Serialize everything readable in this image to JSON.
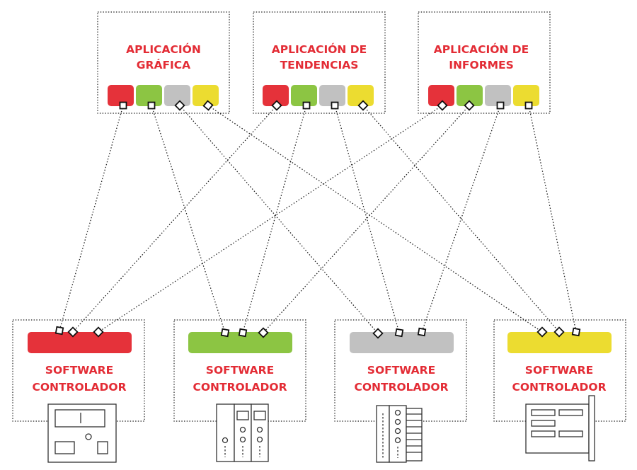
{
  "colors": {
    "red": "#e5323a",
    "green": "#8cc543",
    "gray": "#c1c1c1",
    "yellow": "#ecdc30",
    "title_text": "#e32c35"
  },
  "applications": [
    {
      "id": "grafica",
      "title_lines": [
        "APLICACIÓN",
        "GRÁFICA"
      ],
      "blocks": [
        "red",
        "green",
        "gray",
        "yellow"
      ]
    },
    {
      "id": "tendencias",
      "title_lines": [
        "APLICACIÓN DE",
        "TENDENCIAS"
      ],
      "blocks": [
        "red",
        "green",
        "gray",
        "yellow"
      ]
    },
    {
      "id": "informes",
      "title_lines": [
        "APLICACIÓN DE",
        "INFORMES"
      ],
      "blocks": [
        "red",
        "green",
        "gray",
        "yellow"
      ]
    }
  ],
  "controllers": [
    {
      "id": "red",
      "color": "red",
      "title_lines": [
        "SOFTWARE",
        "CONTROLADOR"
      ],
      "device_icon": "panel-controller-icon"
    },
    {
      "id": "green",
      "color": "green",
      "title_lines": [
        "SOFTWARE",
        "CONTROLADOR"
      ],
      "device_icon": "rack-controller-icon"
    },
    {
      "id": "gray",
      "color": "gray",
      "title_lines": [
        "SOFTWARE",
        "CONTROLADOR"
      ],
      "device_icon": "io-module-icon"
    },
    {
      "id": "yellow",
      "color": "yellow",
      "title_lines": [
        "SOFTWARE",
        "CONTROLADOR"
      ],
      "device_icon": "pcb-card-icon"
    }
  ],
  "connections": [
    {
      "from_app": "grafica",
      "block": "red",
      "to_controller": "red"
    },
    {
      "from_app": "grafica",
      "block": "green",
      "to_controller": "green"
    },
    {
      "from_app": "grafica",
      "block": "gray",
      "to_controller": "gray"
    },
    {
      "from_app": "grafica",
      "block": "yellow",
      "to_controller": "yellow"
    },
    {
      "from_app": "tendencias",
      "block": "red",
      "to_controller": "red"
    },
    {
      "from_app": "tendencias",
      "block": "green",
      "to_controller": "green"
    },
    {
      "from_app": "tendencias",
      "block": "gray",
      "to_controller": "gray"
    },
    {
      "from_app": "tendencias",
      "block": "yellow",
      "to_controller": "yellow"
    },
    {
      "from_app": "informes",
      "block": "red",
      "to_controller": "red"
    },
    {
      "from_app": "informes",
      "block": "green",
      "to_controller": "green"
    },
    {
      "from_app": "informes",
      "block": "gray",
      "to_controller": "gray"
    },
    {
      "from_app": "informes",
      "block": "yellow",
      "to_controller": "yellow"
    }
  ]
}
